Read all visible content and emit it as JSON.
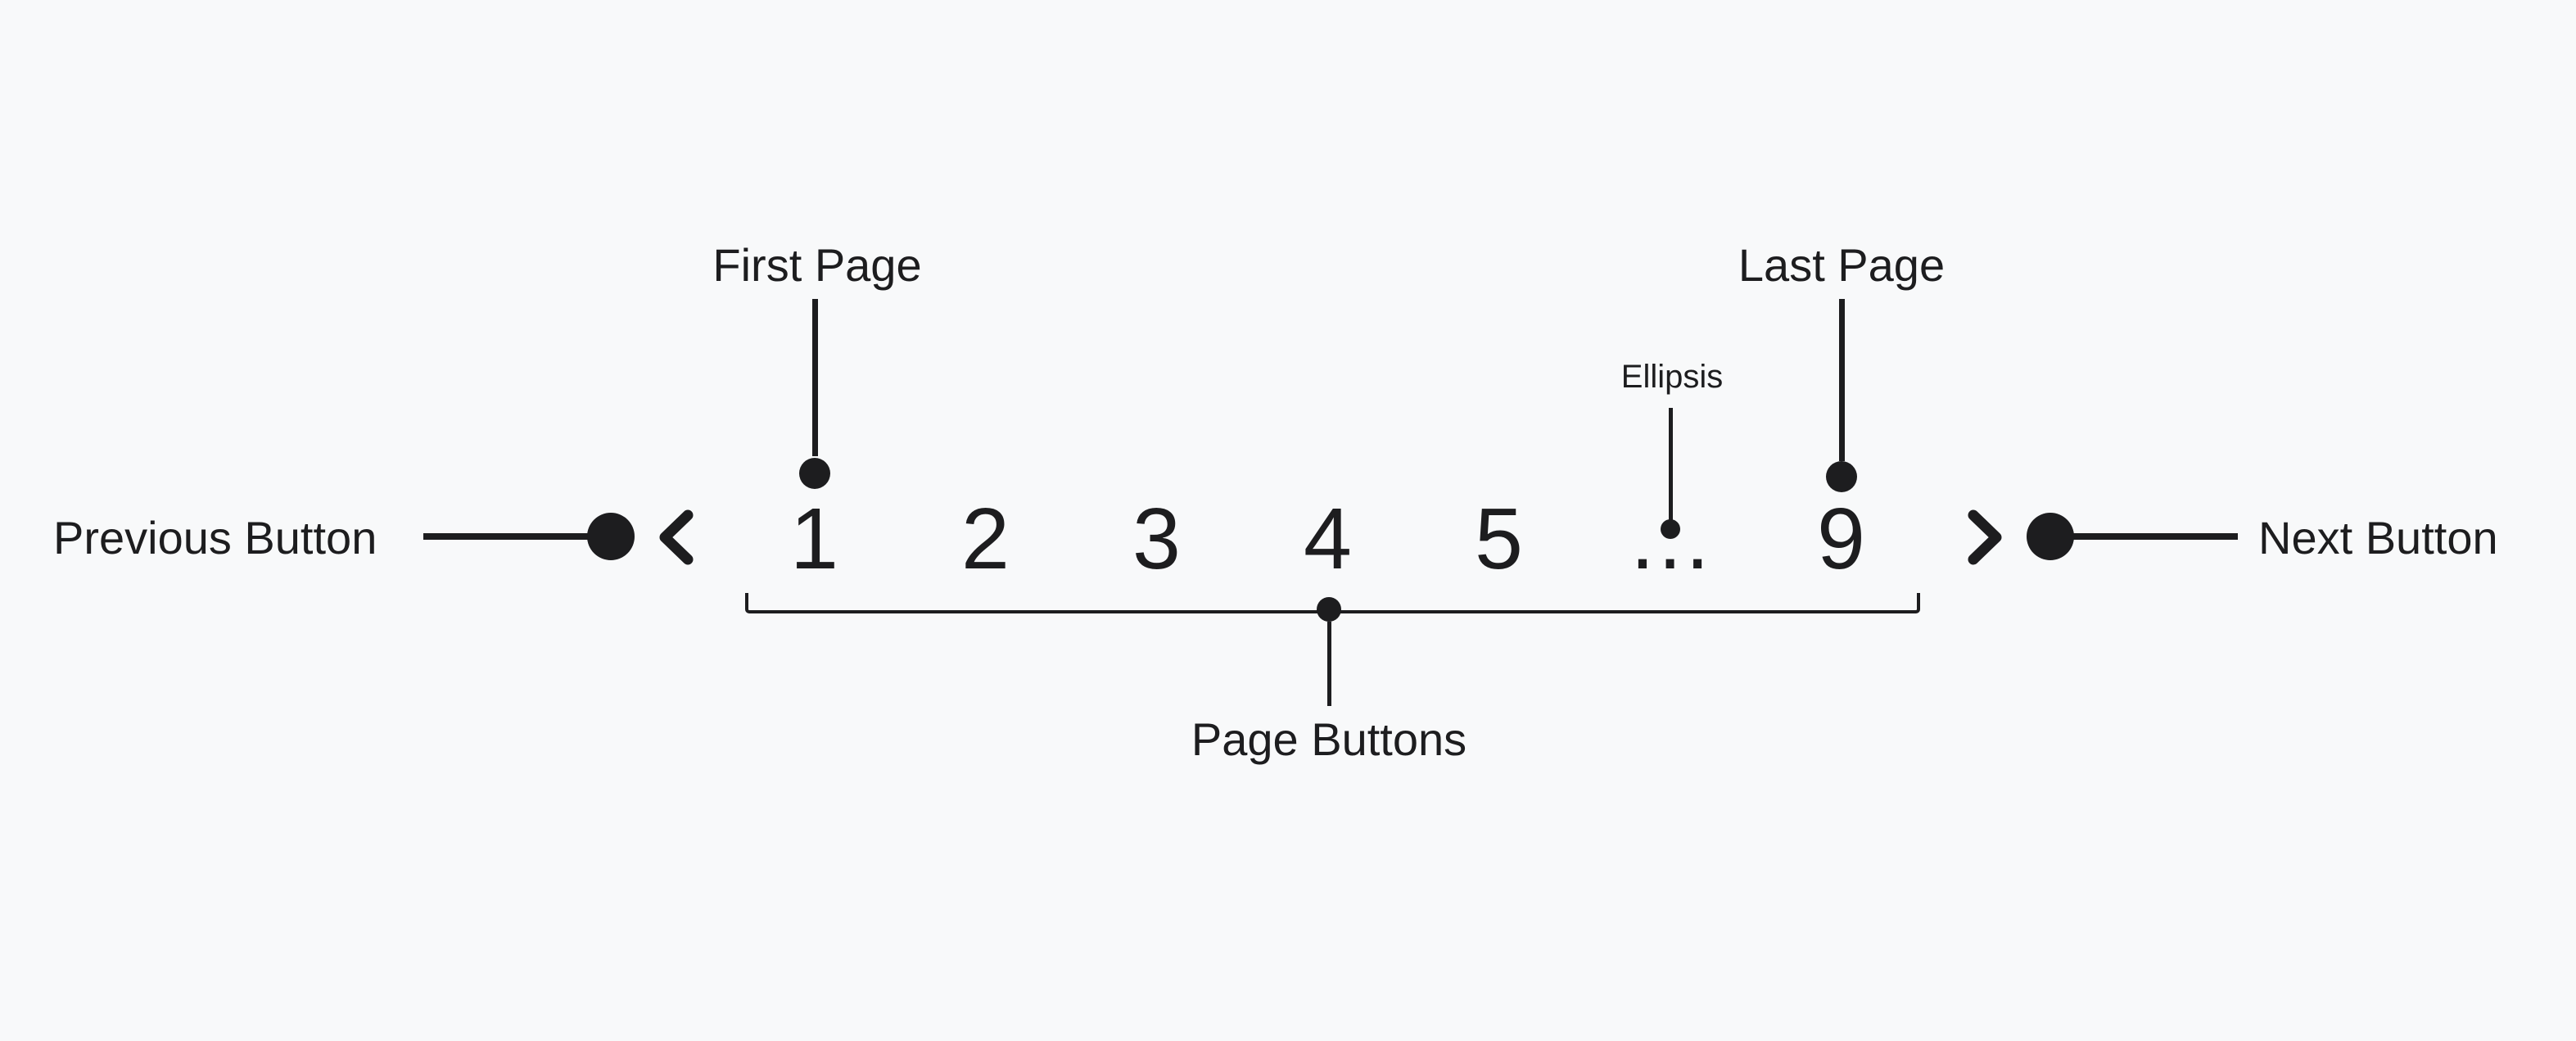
{
  "colors": {
    "background": "#f8f9fa",
    "ink": "#1d1d1f"
  },
  "annotations": {
    "previous_button": "Previous Button",
    "next_button": "Next Button",
    "first_page": "First Page",
    "last_page": "Last Page",
    "ellipsis": "Ellipsis",
    "page_buttons": "Page Buttons"
  },
  "pagination": {
    "icons": {
      "previous": "chevron-left",
      "next": "chevron-right"
    },
    "pages": [
      "1",
      "2",
      "3",
      "4",
      "5",
      "…",
      "9"
    ]
  }
}
